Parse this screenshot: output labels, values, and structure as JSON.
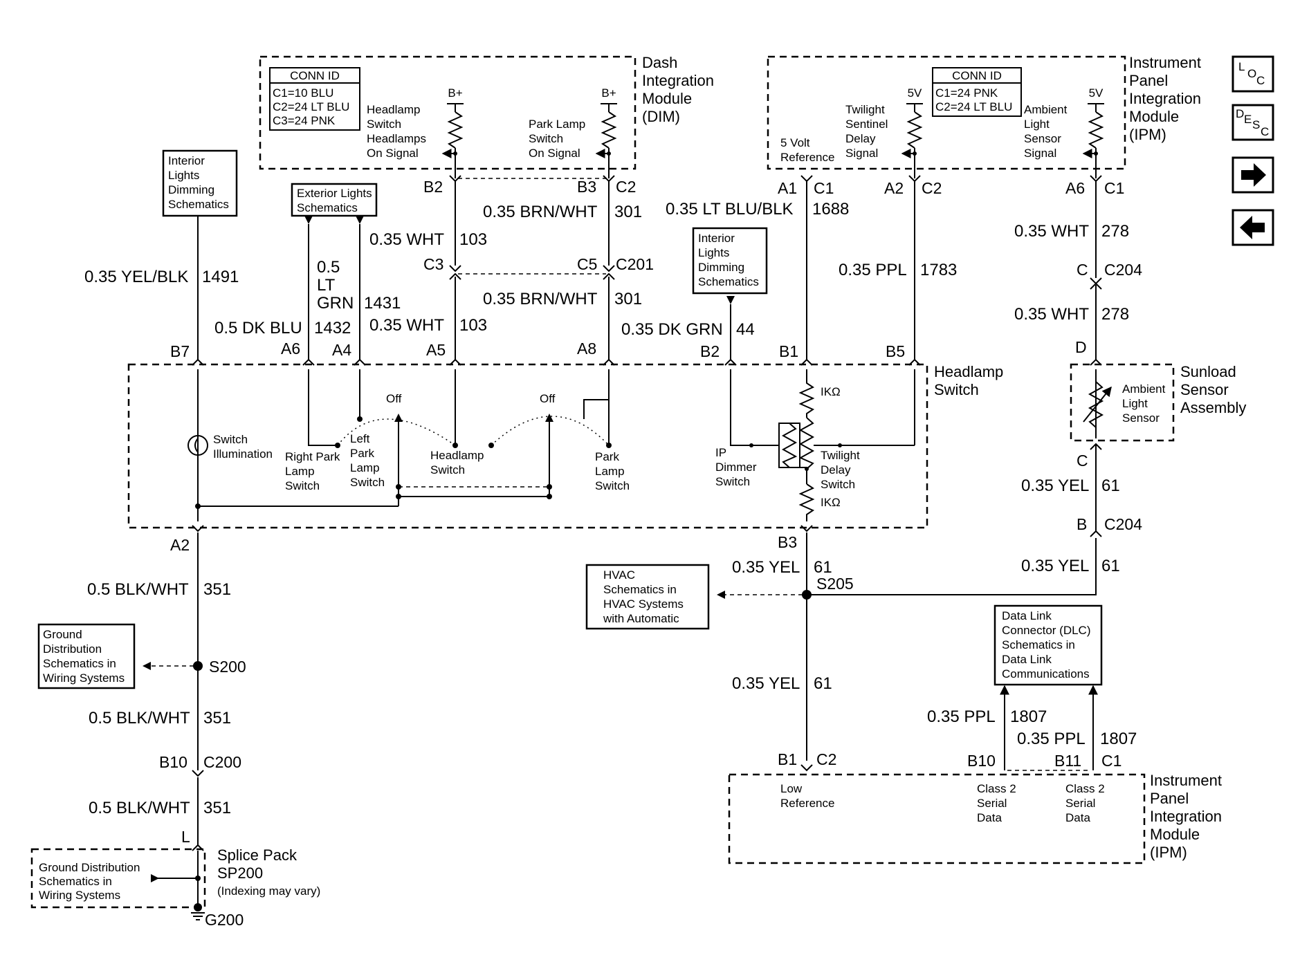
{
  "modules": {
    "dim": [
      "Dash",
      "Integration",
      "Module",
      "(DIM)"
    ],
    "ipm_top": [
      "Instrument",
      "Panel",
      "Integration",
      "Module",
      "(IPM)"
    ],
    "ipm_bottom": [
      "Instrument",
      "Panel",
      "Integration",
      "Module",
      "(IPM)"
    ],
    "headlamp": [
      "Headlamp",
      "Switch"
    ],
    "sunload": [
      "Sunload",
      "Sensor",
      "Assembly"
    ],
    "splice": [
      "Splice Pack",
      "SP200",
      "(Indexing may vary)"
    ]
  },
  "conn_ids": {
    "dim": {
      "title": "CONN ID",
      "lines": [
        "C1=10 BLU",
        "C2=24 LT BLU",
        "C3=24 PNK"
      ]
    },
    "ipm": {
      "title": "CONN ID",
      "lines": [
        "C1=24 PNK",
        "C2=24 LT BLU"
      ]
    }
  },
  "refboxes": {
    "interior_dim_left": [
      "Interior",
      "Lights",
      "Dimming",
      "Schematics"
    ],
    "exterior": [
      "Exterior Lights",
      "Schematics"
    ],
    "interior_dim_mid": [
      "Interior",
      "Lights",
      "Dimming",
      "Schematics"
    ],
    "hvac": [
      "HVAC",
      "Schematics in",
      "HVAC Systems",
      "with Automatic"
    ],
    "ground_left": [
      "Ground",
      "Distribution",
      "Schematics in",
      "Wiring Systems"
    ],
    "dlc": [
      "Data Link",
      "Connector (DLC)",
      "Schematics in",
      "Data Link",
      "Communications"
    ],
    "ground_splice": [
      "Ground Distribution",
      "Schematics in",
      "Wiring Systems"
    ]
  },
  "signals": {
    "headlamps_on": [
      "Headlamp",
      "Switch",
      "Headlamps",
      "On Signal"
    ],
    "park_on": [
      "Park Lamp",
      "Switch",
      "On Signal"
    ],
    "five_volt_ref": [
      "5 Volt",
      "Reference"
    ],
    "twilight_sentinel": [
      "Twilight",
      "Sentinel",
      "Delay",
      "Signal"
    ],
    "ambient_signal": [
      "Ambient",
      "Light",
      "Sensor",
      "Signal"
    ],
    "low_ref": [
      "Low",
      "Reference"
    ],
    "class2_a": [
      "Class 2",
      "Serial",
      "Data"
    ],
    "class2_b": [
      "Class 2",
      "Serial",
      "Data"
    ]
  },
  "supplies": {
    "b_plus": "B+",
    "five_v": "5V"
  },
  "switch_parts": {
    "switch_illum": [
      "Switch",
      "Illumination"
    ],
    "right_park": [
      "Right Park",
      "Lamp",
      "Switch"
    ],
    "left_park": [
      "Left",
      "Park",
      "Lamp",
      "Switch"
    ],
    "headlamp_sw": [
      "Headlamp",
      "Switch"
    ],
    "park_lamp_sw": [
      "Park",
      "Lamp",
      "Switch"
    ],
    "off": "Off",
    "ip_dimmer": [
      "IP",
      "Dimmer",
      "Switch"
    ],
    "twilight_delay": [
      "Twilight",
      "Delay",
      "Switch"
    ],
    "resistor": "IKΩ",
    "ambient_sensor": [
      "Ambient",
      "Light",
      "Sensor"
    ]
  },
  "pins": {
    "b2_top": "B2",
    "b3_top": "B3",
    "c2_top": "C2",
    "c3": "C3",
    "c5": "C5",
    "c201": "C201",
    "a1": "A1",
    "c1_a1": "C1",
    "a2_top": "A2",
    "c2_a2": "C2",
    "a6_top": "A6",
    "c1_a6": "C1",
    "c_204": "C",
    "c204_top": "C204",
    "d": "D",
    "b7": "B7",
    "a6_hs": "A6",
    "a4": "A4",
    "a5": "A5",
    "a8": "A8",
    "b2_hs": "B2",
    "b1_hs": "B1",
    "b5": "B5",
    "a2_hs": "A2",
    "b3_hs": "B3",
    "c_sun": "C",
    "b_204": "B",
    "c204_bot": "C204",
    "b10": "B10",
    "c200": "C200",
    "l": "L",
    "b1_ipm": "B1",
    "c2_ipm": "C2",
    "b10_ipm": "B10",
    "b11_ipm": "B11",
    "c1_ipm": "C1",
    "s200": "S200",
    "s205": "S205",
    "g200": "G200"
  },
  "wires": {
    "w301_a": {
      "gauge": "0.35 BRN/WHT",
      "circuit": "301"
    },
    "w103_a": {
      "gauge": "0.35 WHT",
      "circuit": "103"
    },
    "w301_b": {
      "gauge": "0.35 BRN/WHT",
      "circuit": "301"
    },
    "w103_b": {
      "gauge": "0.35 WHT",
      "circuit": "103"
    },
    "w1491": {
      "gauge": "0.35 YEL/BLK",
      "circuit": "1491"
    },
    "w1431": {
      "gauge": [
        "0.5",
        "LT",
        "GRN"
      ],
      "circuit": "1431"
    },
    "w1432": {
      "gauge": "0.5 DK BLU",
      "circuit": "1432"
    },
    "w1688": {
      "gauge": "0.35 LT BLU/BLK",
      "circuit": "1688"
    },
    "w1783": {
      "gauge": "0.35 PPL",
      "circuit": "1783"
    },
    "w278_a": {
      "gauge": "0.35 WHT",
      "circuit": "278"
    },
    "w278_b": {
      "gauge": "0.35 WHT",
      "circuit": "278"
    },
    "w44": {
      "gauge": "0.35 DK GRN",
      "circuit": "44"
    },
    "w61_sun": {
      "gauge": "0.35 YEL",
      "circuit": "61"
    },
    "w61_b": {
      "gauge": "0.35 YEL",
      "circuit": "61"
    },
    "w61_s205": {
      "gauge": "0.35 YEL",
      "circuit": "61"
    },
    "w61_main": {
      "gauge": "0.35 YEL",
      "circuit": "61"
    },
    "w351_a": {
      "gauge": "0.5 BLK/WHT",
      "circuit": "351"
    },
    "w351_b": {
      "gauge": "0.5 BLK/WHT",
      "circuit": "351"
    },
    "w351_c": {
      "gauge": "0.5 BLK/WHT",
      "circuit": "351"
    },
    "w1807_a": {
      "gauge": "0.35 PPL",
      "circuit": "1807"
    },
    "w1807_b": {
      "gauge": "0.35 PPL",
      "circuit": "1807"
    }
  },
  "nav": {
    "loc": {
      "l": "L",
      "o": "O",
      "c": "C"
    },
    "desc": {
      "d": "D",
      "e": "E",
      "s": "S",
      "c": "C"
    }
  }
}
